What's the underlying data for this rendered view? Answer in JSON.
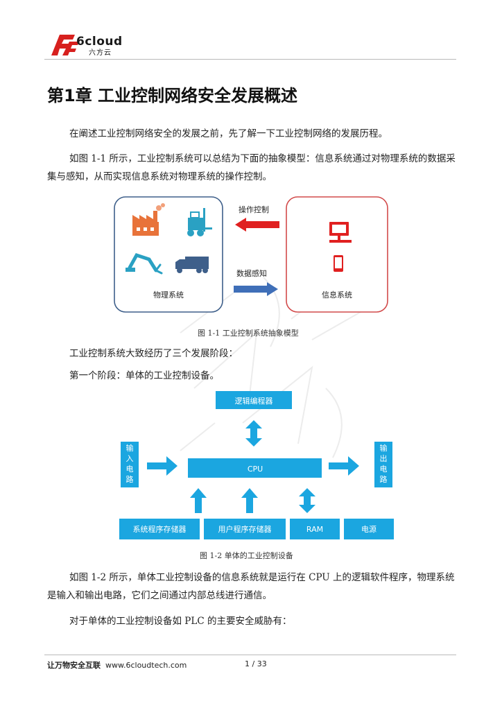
{
  "header": {
    "logo_text": "6cloud",
    "logo_sub": "六方云"
  },
  "chapter_title": "第1章 工业控制网络安全发展概述",
  "paragraphs": {
    "p1": "在阐述工业控制网络安全的发展之前，先了解一下工业控制网络的发展历程。",
    "p2": "如图 1-1 所示，工业控制系统可以总结为下面的抽象模型：信息系统通过对物理系统的数据采集与感知，从而实现信息系统对物理系统的操作控制。",
    "p3": "工业控制系统大致经历了三个发展阶段：",
    "p4": "第一个阶段：单体的工业控制设备。",
    "p5": "如图 1-2 所示，单体工业控制设备的信息系统就是运行在 CPU 上的逻辑软件程序，物理系统是输入和输出电路，它们之间通过内部总线进行通信。",
    "p6": "对于单体的工业控制设备如 PLC 的主要安全威胁有："
  },
  "figure1": {
    "caption": "图 1-1 工业控制系统抽象模型",
    "physical_label": "物理系统",
    "info_label": "信息系统",
    "control_label": "操作控制",
    "sensing_label": "数据感知"
  },
  "figure2": {
    "caption": "图 1-2 单体的工业控制设备",
    "programmer": "逻辑编程器",
    "cpu": "CPU",
    "input": [
      "输",
      "入",
      "电",
      "路"
    ],
    "output": [
      "输",
      "出",
      "电",
      "路"
    ],
    "bottom": [
      "系统程序存储器",
      "用户程序存储器",
      "RAM",
      "电源"
    ]
  },
  "footer": {
    "slogan": "让万物安全互联",
    "url": "www.6cloudtech.com",
    "page": "1 / 33"
  },
  "colors": {
    "accent_blue": "#1ba6e0",
    "red": "#e02020",
    "box_blue_border": "#3e5f8a",
    "box_red_border": "#d24a4a",
    "arrow_blue": "#3f6fb8",
    "icon_teal": "#2aa1c3",
    "icon_orange": "#e8733a",
    "logo_red": "#d7201e"
  }
}
